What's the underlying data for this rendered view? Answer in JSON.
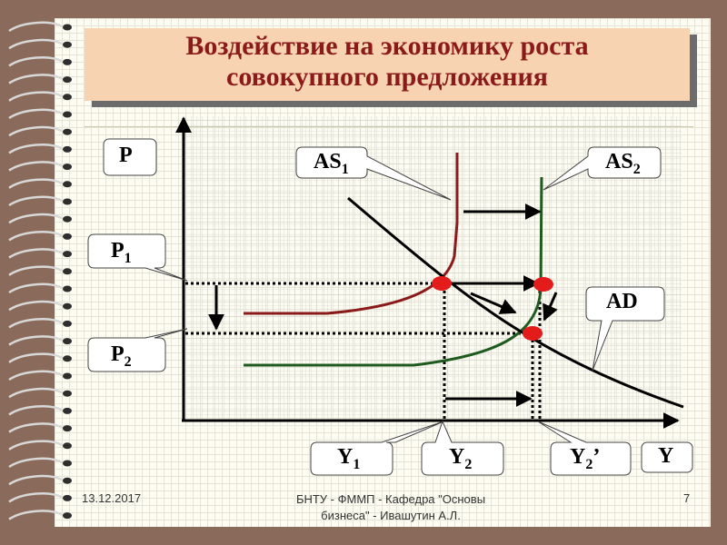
{
  "title": {
    "line1": "Воздействие на экономику роста",
    "line2": "совокупного предложения"
  },
  "diagram": {
    "p_axis_label": "P",
    "p1_label": "P1",
    "p2_label": "P2",
    "as1_label": "AS1",
    "as2_label": "AS2",
    "ad_label": "AD",
    "y1_label": "Y1",
    "y2_label": "Y2",
    "y2p_label": "Y2’",
    "y_axis_label": "Y"
  },
  "footer": {
    "date": "13.12.2017",
    "source_line1": "БНТУ - ФММП - Кафедра \"Основы",
    "source_line2": "бизнеса\" - Ивашутин А.Л.",
    "page_number": "7"
  },
  "colors": {
    "title_text": "#8b1a1a",
    "title_bg": "#f8d3b2",
    "as1_curve": "#8b1a1a",
    "as2_curve": "#1f5a1f",
    "equilibrium_dot": "#e31b1b",
    "callout_fill": "#ffffff"
  }
}
